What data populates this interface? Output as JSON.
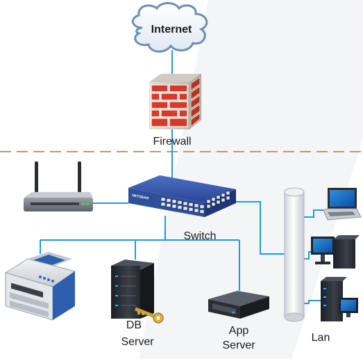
{
  "nodes": {
    "internet": {
      "label": "Internet",
      "icon": "cloud-icon"
    },
    "firewall": {
      "label": "Firewall",
      "icon": "brick-firewall-icon"
    },
    "router": {
      "icon": "wireless-router-icon"
    },
    "switch": {
      "label": "Switch",
      "icon": "network-switch-icon",
      "brand": "NETGEAR"
    },
    "printer": {
      "icon": "multifunction-printer-icon"
    },
    "db_server": {
      "label_line1": "DB",
      "label_line2": "Server",
      "icon": "server-tower-icon"
    },
    "app_server": {
      "label_line1": "App",
      "label_line2": "Server",
      "icon": "rack-server-icon"
    },
    "lan": {
      "label": "Lan",
      "icon": "lan-bus-cylinder-icon"
    },
    "laptop": {
      "icon": "laptop-icon"
    },
    "desktop_1": {
      "icon": "desktop-computer-icon"
    },
    "desktop_2": {
      "icon": "desktop-computer-icon"
    }
  },
  "colors": {
    "connection": "#1e9bd7",
    "divider": "#b99a70",
    "firewall_brick": "#d63b2a",
    "switch_body": "#2f4f9a",
    "cloud_stroke": "#6a8fb5"
  }
}
